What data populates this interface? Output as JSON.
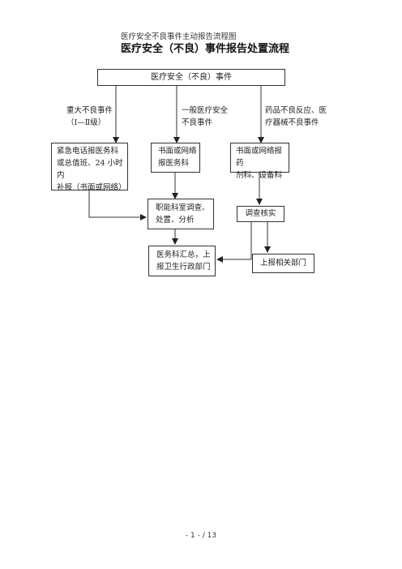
{
  "document": {
    "header_caption": "医疗安全不良事件主动报告流程图",
    "title": "医疗安全（不良）事件报告处置流程",
    "page_number": "- 1 - / 13"
  },
  "flowchart": {
    "top_box": "医疗安全（不良）事件",
    "branches": [
      {
        "label_line1": "重大不良事件",
        "label_line2": "（Ⅰ—Ⅱ级）"
      },
      {
        "label_line1": "一般医疗安全",
        "label_line2": "不良事件"
      },
      {
        "label_line1": "药品不良反应、医",
        "label_line2": "疗器械不良事件"
      }
    ],
    "urgent_box": {
      "line1": "紧急电话报医务科",
      "line2": "或总值班、24 小时内",
      "line3": "补报（书面或网络）"
    },
    "written_box": {
      "line1": "书面或网络",
      "line2": "报医务科"
    },
    "pharmacy_box": {
      "line1": "书面或网络报药",
      "line2": "剂科、设备科"
    },
    "investigate_box": {
      "line1": "职能科室调查、",
      "line2": "处置、分析"
    },
    "verify_box": "调查核实",
    "summary_box": {
      "line1": "医务科汇总，上",
      "line2": "报卫生行政部门"
    },
    "report_box": "上报相关部门"
  }
}
